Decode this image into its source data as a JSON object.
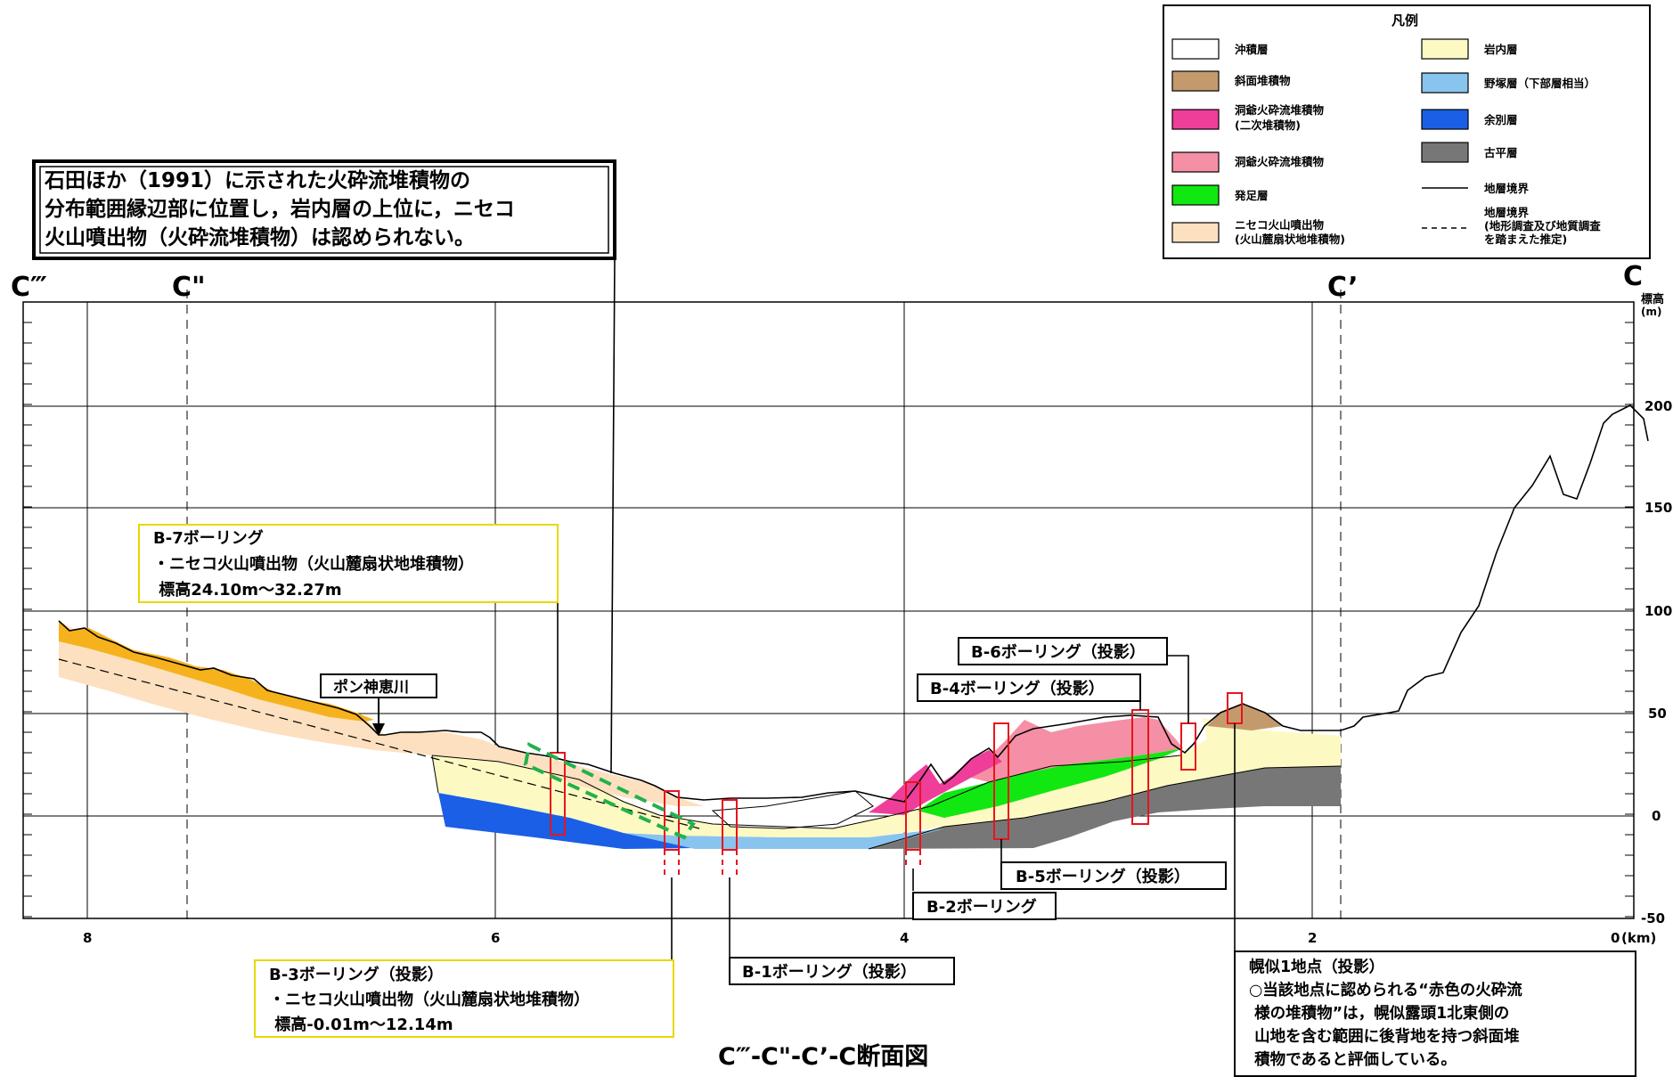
{
  "title": "C‴-C\"-C’-C断面図",
  "section_marks": {
    "c3": "C‴",
    "c2": "C\"",
    "c1": "C’",
    "c": "C"
  },
  "axis": {
    "y_label_top": "標高",
    "y_unit": "(m)",
    "x_unit": "(km)",
    "y_ticks": [
      "200",
      "150",
      "100",
      "50",
      "0",
      "-50"
    ],
    "x_ticks": [
      "8",
      "6",
      "4",
      "2",
      "0"
    ]
  },
  "legend": {
    "title": "凡例",
    "left": [
      {
        "label": "沖積層",
        "color": "#ffffff"
      },
      {
        "label": "斜面堆積物",
        "color": "#c49a6c"
      },
      {
        "label": "洞爺火砕流堆積物\n(二次堆積物)",
        "color": "#ee3e9a"
      },
      {
        "label": "洞爺火砕流堆積物",
        "color": "#f58fa6"
      },
      {
        "label": "発足層",
        "color": "#11e811"
      },
      {
        "label": "ニセコ火山噴出物\n(火山麓扇状地堆積物)",
        "color": "#fde0c0"
      }
    ],
    "right": [
      {
        "label": "岩内層",
        "color": "#fdf9c2"
      },
      {
        "label": "野塚層（下部層相当）",
        "color": "#88c4ee"
      },
      {
        "label": "余別層",
        "color": "#1a5fe6"
      },
      {
        "label": "古平層",
        "color": "#777777"
      },
      {
        "label": "地層境界",
        "style": "solid"
      },
      {
        "label": "地層境界\n(地形調査及び地質調査\nを踏まえた推定)",
        "style": "dashed"
      }
    ]
  },
  "callout_main": "石田ほか（1991）に示された火砕流堆積物の\n分布範囲縁辺部に位置し，岩内層の上位に，ニセコ\n火山噴出物（火砕流堆積物）は認められない。",
  "river_label": "ポン神恵川",
  "b7": "B-7ボーリング\n・ニセコ火山噴出物（火山麓扇状地堆積物）\n 標高24.10m～32.27m",
  "b3": "B-3ボーリング（投影）\n・ニセコ火山噴出物（火山麓扇状地堆積物）\n 標高-0.01m～12.14m",
  "b1": "B-1ボーリング（投影）",
  "b2": "B-2ボーリング",
  "b4": "B-4ボーリング（投影）",
  "b5": "B-5ボーリング（投影）",
  "b6": "B-6ボーリング（投影）",
  "horonai": "幌似1地点（投影）\n○当該地点に認められる“赤色の火砕流\n 様の堆積物”は，幌似露頭1北東側の\n 山地を含む範囲に後背地を持つ斜面堆\n 積物であると評価している。",
  "colors": {
    "alluvium": "#ffffff",
    "slope": "#c49a6c",
    "toya_secondary": "#ee3e9a",
    "toya": "#f58fa6",
    "hattari": "#11e811",
    "niseko": "#fde0c0",
    "niseko_orange": "#f5b21c",
    "iwanai": "#fdf9c2",
    "nozuka": "#88c4ee",
    "yobetsu": "#1a5fe6",
    "furubira": "#777777",
    "boring": "#e8141c",
    "green_box": "#22b14c",
    "yellow_box": "#e8d800"
  }
}
